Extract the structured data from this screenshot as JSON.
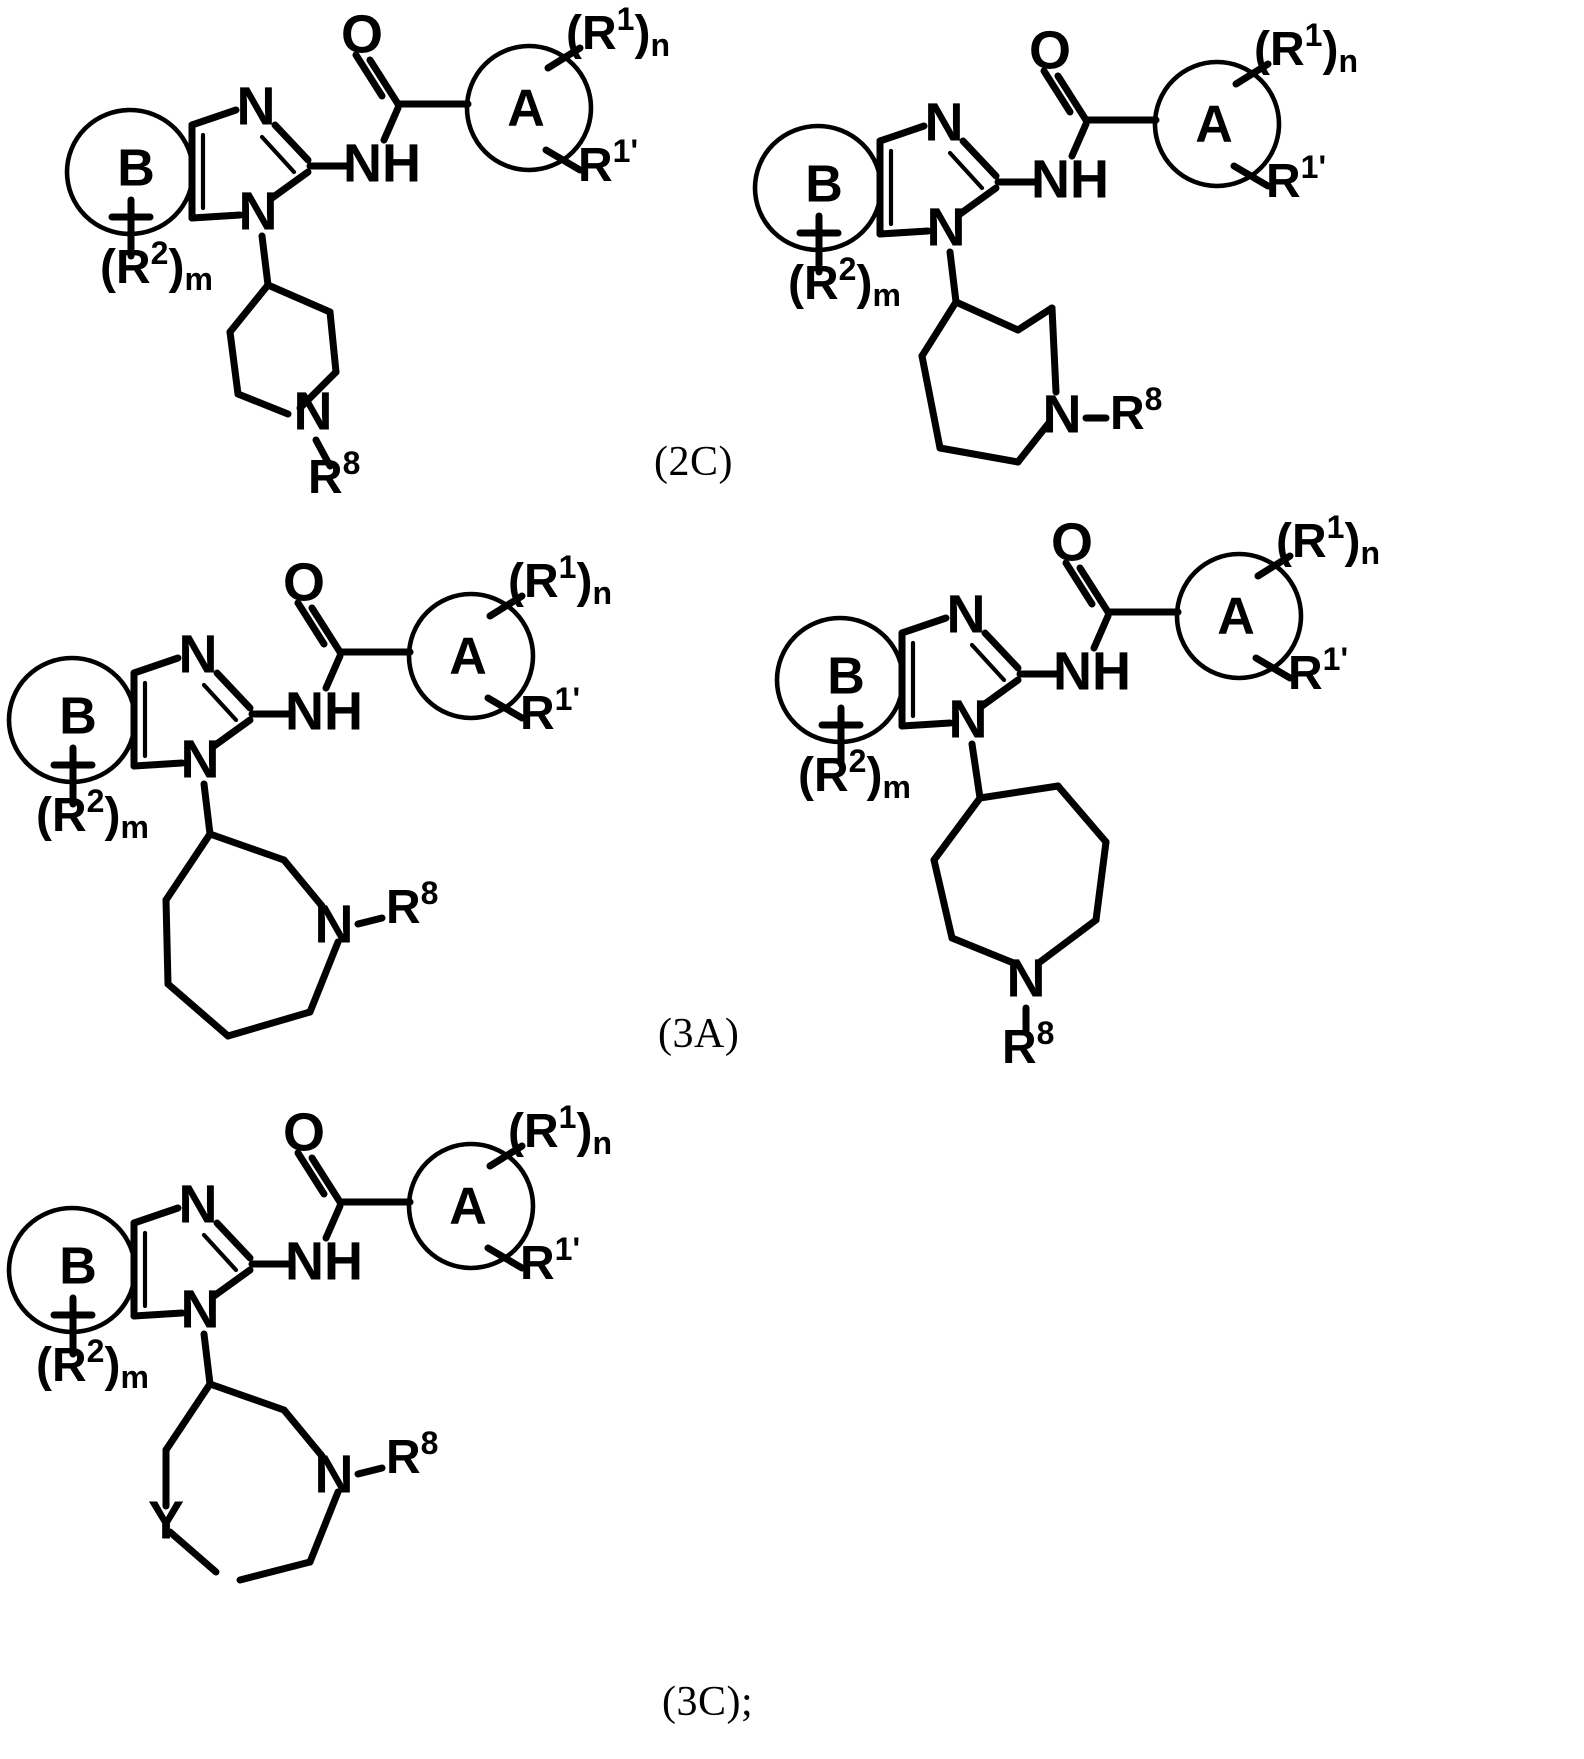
{
  "document": {
    "type": "chemical-structure-diagram",
    "background_color": "#ffffff",
    "ink_color": "#000000"
  },
  "labels": {
    "formula_2c": "(2C)",
    "formula_3a": "(3A)",
    "formula_3c": "(3C);"
  },
  "atoms": {
    "nitrogen": "N",
    "oxygen": "O",
    "amide": "NH",
    "ring_a": "A",
    "ring_b": "B",
    "y_atom": "Y"
  },
  "substituents": {
    "r1_paren_open": "(R",
    "r1_super": "1",
    "r1_paren_close": ")",
    "r1_sub_n": "n",
    "r1prime": "R",
    "r1prime_super": "1'",
    "r2_paren_open": "(R",
    "r2_super": "2",
    "r2_paren_close": ")",
    "r2_sub_m": "m",
    "r8": "R",
    "r8_super": "8",
    "n_dash_r8": "N"
  },
  "structures": [
    {
      "id": "structure-2b",
      "position": "top-left",
      "core": "benzimidazole-2-carboxamide",
      "ring_a_label": "A",
      "ring_b_label": "B",
      "amine_ring": "piperidine",
      "attachment": "4-position",
      "n_substituent": "R8",
      "formula_tag": ""
    },
    {
      "id": "structure-2c",
      "position": "top-right",
      "core": "benzimidazole-2-carboxamide",
      "ring_a_label": "A",
      "ring_b_label": "B",
      "amine_ring": "piperidine",
      "attachment": "3-position",
      "n_substituent": "R8",
      "formula_tag": "(2C)"
    },
    {
      "id": "structure-3-left",
      "position": "middle-left",
      "core": "benzimidazole-2-carboxamide",
      "ring_a_label": "A",
      "ring_b_label": "B",
      "amine_ring": "azepane",
      "attachment": "3-position",
      "n_substituent": "R8",
      "formula_tag": ""
    },
    {
      "id": "structure-3a",
      "position": "middle-right",
      "core": "benzimidazole-2-carboxamide",
      "ring_a_label": "A",
      "ring_b_label": "B",
      "amine_ring": "azepane",
      "attachment": "4-position",
      "n_substituent": "R8",
      "formula_tag": "(3A)"
    },
    {
      "id": "structure-3c",
      "position": "bottom-left",
      "core": "benzimidazole-2-carboxamide",
      "ring_a_label": "A",
      "ring_b_label": "B",
      "amine_ring": "diazepane-with-Y",
      "attachment": "3-position",
      "n_substituent": "R8",
      "hetero_atom": "Y",
      "formula_tag": "(3C);"
    }
  ]
}
